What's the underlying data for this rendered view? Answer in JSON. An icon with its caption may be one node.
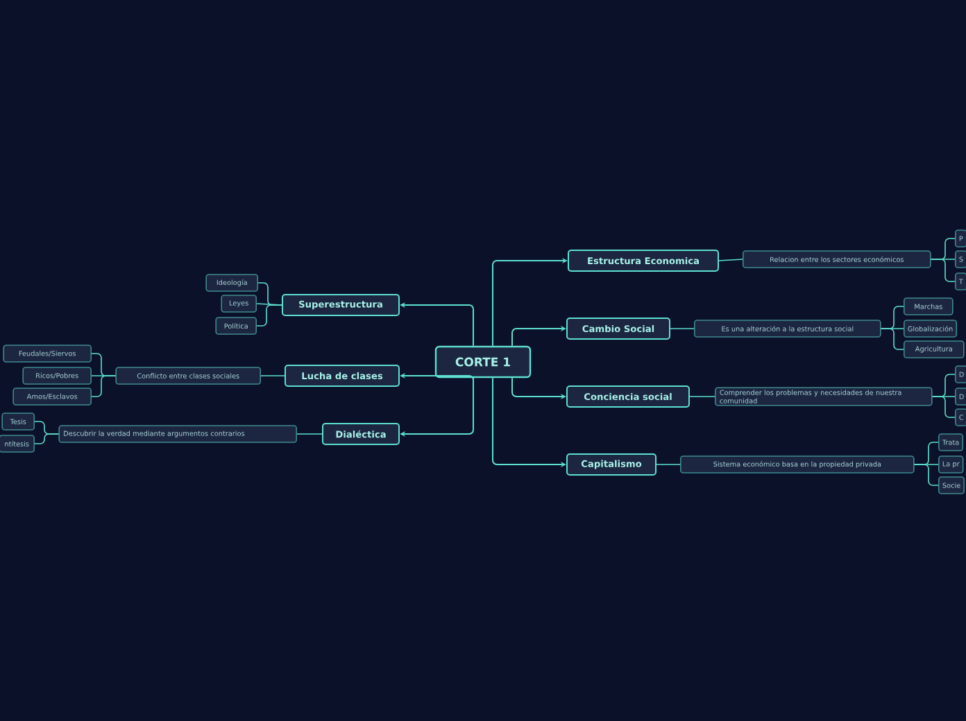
{
  "diagram": {
    "nodes": [
      {
        "text": [
          "CORTE 1"
        ]
      },
      {
        "text": [
          "Estructura Economica"
        ]
      },
      {
        "text": [
          "Relacion entre los sectores económicos"
        ]
      },
      {
        "text": [
          "P"
        ]
      },
      {
        "text": [
          "S"
        ]
      },
      {
        "text": [
          "T"
        ]
      },
      {
        "text": [
          "Cambio Social"
        ]
      },
      {
        "text": [
          "Es una alteración a la estructura social"
        ]
      },
      {
        "text": [
          "Marchas"
        ]
      },
      {
        "text": [
          "Globalización"
        ]
      },
      {
        "text": [
          "Agricultura"
        ]
      },
      {
        "text": [
          "Conciencia social"
        ]
      },
      {
        "text": [
          "Comprender los problemas y necesidades de nuestra comunidad"
        ]
      },
      {
        "text": [
          "D"
        ]
      },
      {
        "text": [
          "D"
        ]
      },
      {
        "text": [
          "C"
        ]
      },
      {
        "text": [
          "Capitalismo"
        ]
      },
      {
        "text": [
          "Sistema económico basa en la propiedad privada"
        ]
      },
      {
        "text": [
          "Trata"
        ]
      },
      {
        "text": [
          "La pr"
        ]
      },
      {
        "text": [
          "Socie"
        ]
      },
      {
        "text": [
          "Superestructura"
        ]
      },
      {
        "text": [
          "Ideología"
        ]
      },
      {
        "text": [
          "Leyes"
        ]
      },
      {
        "text": [
          "Política"
        ]
      },
      {
        "text": [
          "Lucha de clases"
        ]
      },
      {
        "text": [
          "Conflicto entre clases sociales"
        ]
      },
      {
        "text": [
          "Feudales/Siervos"
        ]
      },
      {
        "text": [
          "Ricos/Pobres"
        ]
      },
      {
        "text": [
          "Amos/Esclavos"
        ]
      },
      {
        "text": [
          "Dialéctica"
        ]
      },
      {
        "text": [
          "Descubrir la verdad mediante argumentos contrarios"
        ]
      },
      {
        "text": [
          "Tesis"
        ]
      },
      {
        "text": [
          "ntítesis"
        ]
      }
    ],
    "edges": [
      {
        "from": 0,
        "to": 1,
        "arrow": "to"
      },
      {
        "from": 1,
        "to": 2,
        "arrow": "none"
      },
      {
        "from": 2,
        "to": 3,
        "arrow": "none"
      },
      {
        "from": 2,
        "to": 4,
        "arrow": "none"
      },
      {
        "from": 2,
        "to": 5,
        "arrow": "none"
      },
      {
        "from": 0,
        "to": 6,
        "arrow": "to"
      },
      {
        "from": 6,
        "to": 7,
        "arrow": "none"
      },
      {
        "from": 7,
        "to": 8,
        "arrow": "none"
      },
      {
        "from": 7,
        "to": 9,
        "arrow": "none"
      },
      {
        "from": 7,
        "to": 10,
        "arrow": "none"
      },
      {
        "from": 0,
        "to": 11,
        "arrow": "to"
      },
      {
        "from": 11,
        "to": 12,
        "arrow": "none"
      },
      {
        "from": 12,
        "to": 13,
        "arrow": "none"
      },
      {
        "from": 12,
        "to": 14,
        "arrow": "none"
      },
      {
        "from": 12,
        "to": 15,
        "arrow": "none"
      },
      {
        "from": 0,
        "to": 16,
        "arrow": "to"
      },
      {
        "from": 16,
        "to": 17,
        "arrow": "none"
      },
      {
        "from": 17,
        "to": 18,
        "arrow": "none"
      },
      {
        "from": 17,
        "to": 19,
        "arrow": "none"
      },
      {
        "from": 17,
        "to": 20,
        "arrow": "none"
      },
      {
        "from": 0,
        "to": 21,
        "arrow": "to"
      },
      {
        "from": 21,
        "to": 22,
        "arrow": "none"
      },
      {
        "from": 21,
        "to": 23,
        "arrow": "none"
      },
      {
        "from": 21,
        "to": 24,
        "arrow": "none"
      },
      {
        "from": 0,
        "to": 25,
        "arrow": "to"
      },
      {
        "from": 25,
        "to": 26,
        "arrow": "none"
      },
      {
        "from": 26,
        "to": 27,
        "arrow": "none"
      },
      {
        "from": 26,
        "to": 28,
        "arrow": "none"
      },
      {
        "from": 26,
        "to": 29,
        "arrow": "none"
      },
      {
        "from": 0,
        "to": 30,
        "arrow": "to"
      },
      {
        "from": 30,
        "to": 31,
        "arrow": "none"
      },
      {
        "from": 31,
        "to": 32,
        "arrow": "none"
      },
      {
        "from": 31,
        "to": 33,
        "arrow": "none"
      }
    ]
  }
}
